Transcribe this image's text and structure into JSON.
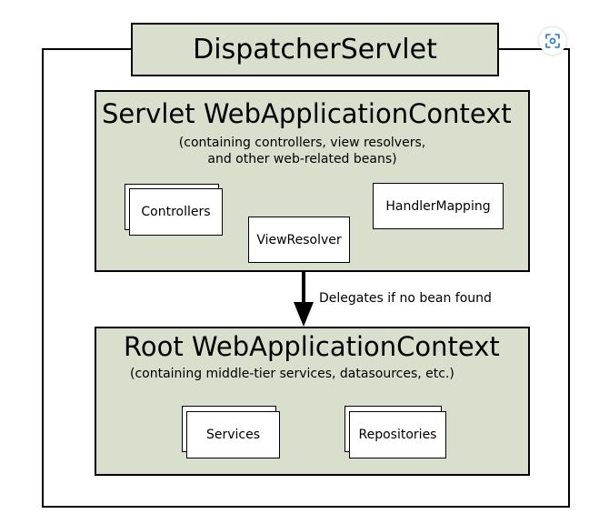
{
  "dispatcher": {
    "title": "DispatcherServlet"
  },
  "servlet_context": {
    "title": "Servlet WebApplicationContext",
    "subtitle_line1": "(containing controllers, view resolvers,",
    "subtitle_line2": "and other web-related beans)",
    "beans": {
      "controllers": "Controllers",
      "view_resolver": "ViewResolver",
      "handler_mapping": "HandlerMapping"
    }
  },
  "arrow": {
    "label": "Delegates if no bean found"
  },
  "root_context": {
    "title": "Root WebApplicationContext",
    "subtitle": "(containing middle-tier services, datasources, etc.)",
    "beans": {
      "services": "Services",
      "repositories": "Repositories"
    }
  },
  "overlay": {
    "icon": "screenshot-search-icon"
  }
}
